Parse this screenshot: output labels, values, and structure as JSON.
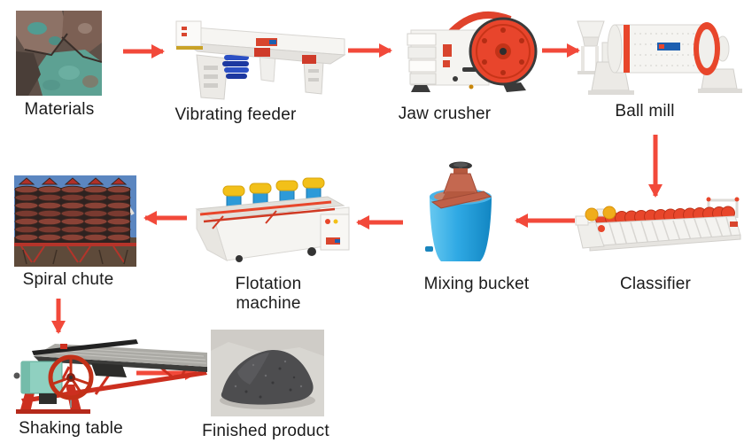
{
  "flow": {
    "background_color": "#ffffff",
    "arrow_color": "#f2493a",
    "label_color": "#1b1b1b",
    "nodes": [
      {
        "id": "materials",
        "label": "Materials",
        "kind": "photo"
      },
      {
        "id": "vibrating-feeder",
        "label": "Vibrating feeder",
        "kind": "equipment"
      },
      {
        "id": "jaw-crusher",
        "label": "Jaw crusher",
        "kind": "equipment"
      },
      {
        "id": "ball-mill",
        "label": "Ball mill",
        "kind": "equipment"
      },
      {
        "id": "classifier",
        "label": "Classifier",
        "kind": "equipment"
      },
      {
        "id": "mixing-bucket",
        "label": "Mixing bucket",
        "kind": "equipment"
      },
      {
        "id": "flotation-machine",
        "label": "Flotation machine",
        "kind": "equipment"
      },
      {
        "id": "spiral-chute",
        "label": "Spiral chute",
        "kind": "photo"
      },
      {
        "id": "shaking-table",
        "label": "Shaking table",
        "kind": "equipment"
      },
      {
        "id": "finished-product",
        "label": "Finished product",
        "kind": "photo"
      }
    ],
    "edges": [
      {
        "from": "materials",
        "to": "vibrating-feeder"
      },
      {
        "from": "vibrating-feeder",
        "to": "jaw-crusher"
      },
      {
        "from": "jaw-crusher",
        "to": "ball-mill"
      },
      {
        "from": "ball-mill",
        "to": "classifier"
      },
      {
        "from": "classifier",
        "to": "mixing-bucket"
      },
      {
        "from": "mixing-bucket",
        "to": "flotation-machine"
      },
      {
        "from": "flotation-machine",
        "to": "spiral-chute"
      },
      {
        "from": "spiral-chute",
        "to": "shaking-table"
      },
      {
        "from": "shaking-table",
        "to": "finished-product"
      }
    ]
  }
}
